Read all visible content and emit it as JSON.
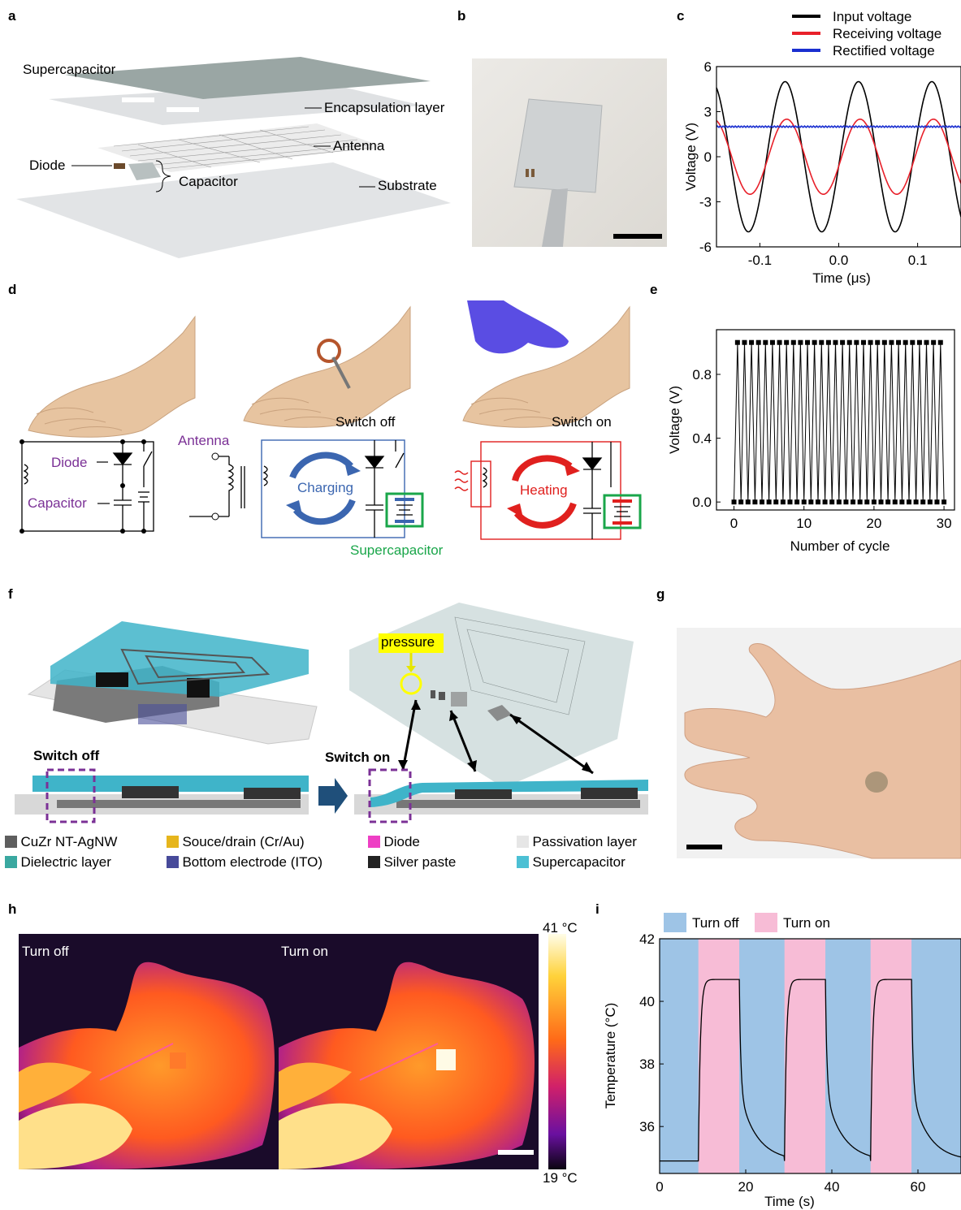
{
  "panels": {
    "a": "a",
    "b": "b",
    "c": "c",
    "d": "d",
    "e": "e",
    "f": "f",
    "g": "g",
    "h": "h",
    "i": "i"
  },
  "a": {
    "supercapacitor": "Supercapacitor",
    "encapsulation": "Encapsulation layer",
    "antenna": "Antenna",
    "diode": "Diode",
    "capacitor": "Capacitor",
    "substrate": "Substrate"
  },
  "c": {
    "chart_data": {
      "type": "line",
      "xlabel": "Time  (μs)",
      "ylabel": "Voltage (V)",
      "xlim": [
        -0.155,
        0.155
      ],
      "ylim": [
        -6,
        6
      ],
      "xticks": [
        -0.1,
        0.0,
        0.1
      ],
      "xtick_labels": [
        "-0.1",
        "0.0",
        "0.1"
      ],
      "yticks": [
        -6,
        -3,
        0,
        3,
        6
      ],
      "ytick_labels": [
        "-6",
        "-3",
        "0",
        "3",
        "6"
      ],
      "legend_position": "top-right",
      "series": [
        {
          "name": "Input voltage",
          "color": "#000000",
          "amplitude": 5.0,
          "period": 0.093,
          "peak_x": -0.068,
          "offset": 0
        },
        {
          "name": "Receiving voltage",
          "color": "#e8202a",
          "amplitude": 2.5,
          "period": 0.093,
          "peak_x": -0.066,
          "offset": 0
        },
        {
          "name": "Rectified voltage",
          "color": "#1a2fd0",
          "value": 2.0
        }
      ]
    }
  },
  "d": {
    "switch_off": "Switch off",
    "switch_on": "Switch on",
    "antenna": "Antenna",
    "diode": "Diode",
    "capacitor": "Capacitor",
    "charging": "Charging",
    "heating": "Heating",
    "supercapacitor": "Supercapacitor"
  },
  "e": {
    "chart_data": {
      "type": "line",
      "xlabel": "Number of cycle",
      "ylabel": "Voltage (V)",
      "xlim": [
        -2.5,
        31.5
      ],
      "ylim": [
        -0.05,
        1.08
      ],
      "xticks": [
        0,
        10,
        20,
        30
      ],
      "xtick_labels": [
        "0",
        "10",
        "20",
        "30"
      ],
      "yticks": [
        0.0,
        0.4,
        0.8
      ],
      "ytick_labels": [
        "0.0",
        "0.4",
        "0.8"
      ],
      "cycles": 30,
      "low": 0.0,
      "high": 1.0
    }
  },
  "f": {
    "pressure": "pressure",
    "switch_off": "Switch off",
    "switch_on": "Switch on",
    "legend": [
      {
        "label": "CuZr NT-AgNW",
        "color": "#5e5e5e"
      },
      {
        "label": "Souce/drain (Cr/Au)",
        "color": "#e6b51c"
      },
      {
        "label": "Diode",
        "color": "#ee3fc4"
      },
      {
        "label": "Passivation layer",
        "color": "#e6e6e6"
      },
      {
        "label": "Dielectric layer",
        "color": "#3aa8a0"
      },
      {
        "label": "Bottom electrode (ITO)",
        "color": "#474a9a"
      },
      {
        "label": "Silver paste",
        "color": "#222222"
      },
      {
        "label": "Supercapacitor",
        "color": "#4cc0d4"
      }
    ]
  },
  "h": {
    "turn_off": "Turn off",
    "turn_on": "Turn on",
    "cbar_max": "41 °C",
    "cbar_min": "19 °C"
  },
  "i": {
    "chart_data": {
      "type": "line",
      "xlabel": "Time (s)",
      "ylabel": "Temperature (°C)",
      "xlim": [
        0,
        70
      ],
      "ylim": [
        34.5,
        42
      ],
      "xticks": [
        0,
        20,
        40,
        60
      ],
      "xtick_labels": [
        "0",
        "20",
        "40",
        "60"
      ],
      "yticks": [
        36,
        38,
        40,
        42
      ],
      "ytick_labels": [
        "36",
        "38",
        "40",
        "42"
      ],
      "legend": [
        {
          "name": "Turn off",
          "color": "#9ec4e6"
        },
        {
          "name": "Turn on",
          "color": "#f7bcd6"
        }
      ],
      "on_intervals": [
        [
          9,
          18.5
        ],
        [
          29,
          38.5
        ],
        [
          49,
          58.5
        ]
      ],
      "base": 34.9,
      "peak": 40.7
    }
  }
}
